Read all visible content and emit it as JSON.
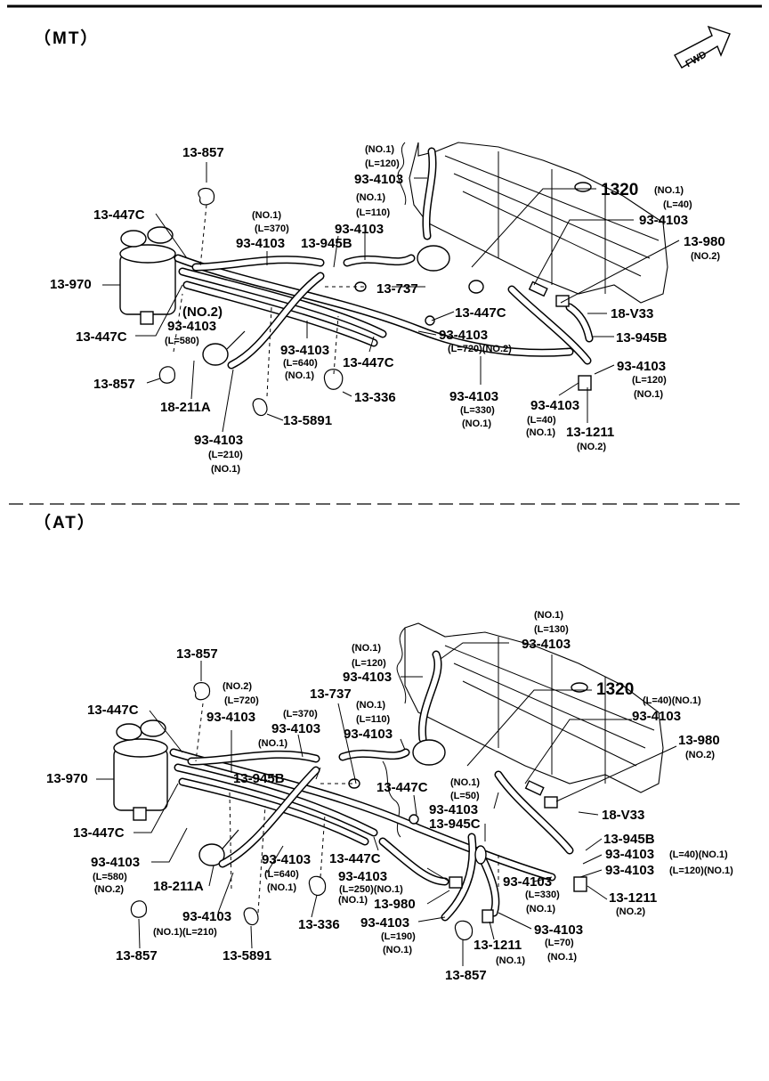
{
  "sections": {
    "mt": "（MT）",
    "at": "（AT）"
  },
  "fwd_badge": "FWD",
  "icons": [
    "fwd-arrow-icon"
  ],
  "mt_labels": [
    "13-857",
    "13-447C",
    "13-970",
    "(NO.2)",
    "93-4103",
    "(L=580)",
    "13-447C",
    "13-857",
    "18-211A",
    "(NO.1)",
    "(L=370)",
    "93-4103",
    "13-945B",
    "(NO.1)",
    "(L=110)",
    "93-4103",
    "(NO.1)",
    "(L=120)",
    "93-4103",
    "1320",
    "(NO.1)",
    "(L=40)",
    "93-4103",
    "13-980",
    "(NO.2)",
    "13-737",
    "13-447C",
    "18-V33",
    "93-4103",
    "(L=720)(NO.2)",
    "13-945B",
    "93-4103",
    "(L=640)",
    "(NO.1)",
    "13-447C",
    "93-4103",
    "(L=120)",
    "(NO.1)",
    "13-336",
    "93-4103",
    "(L=330)",
    "(NO.1)",
    "93-4103",
    "(L=40)",
    "(NO.1)",
    "13-1211",
    "(NO.2)",
    "13-5891",
    "93-4103",
    "(L=210)",
    "(NO.1)"
  ],
  "at_labels": [
    "(NO.1)",
    "(L=130)",
    "93-4103",
    "(NO.1)",
    "(L=120)",
    "93-4103",
    "1320",
    "(L=40)(NO.1)",
    "93-4103",
    "13-980",
    "(NO.2)",
    "13-857",
    "(NO.2)",
    "(L=720)",
    "93-4103",
    "13-737",
    "(L=370)",
    "93-4103",
    "(NO.1)",
    "(NO.1)",
    "(L=110)",
    "93-4103",
    "13-447C",
    "13-970",
    "13-945B",
    "13-447C",
    "(NO.1)",
    "(L=50)",
    "93-4103",
    "13-945C",
    "18-V33",
    "13-447C",
    "93-4103",
    "(L=580)",
    "(NO.2)",
    "18-211A",
    "93-4103",
    "(L=640)",
    "(NO.1)",
    "13-447C",
    "93-4103",
    "(L=250)(NO.1)",
    "(NO.1)",
    "13-980",
    "13-945B",
    "93-4103",
    "(L=40)(NO.1)",
    "93-4103",
    "(L=120)(NO.1)",
    "93-4103",
    "(L=330)",
    "(NO.1)",
    "13-1211",
    "(NO.2)",
    "93-4103",
    "(NO.1)(L=210)",
    "13-336",
    "93-4103",
    "(L=190)",
    "(NO.1)",
    "93-4103",
    "(L=70)",
    "(NO.1)",
    "13-1211",
    "(NO.1)",
    "13-857",
    "13-5891",
    "13-857"
  ]
}
